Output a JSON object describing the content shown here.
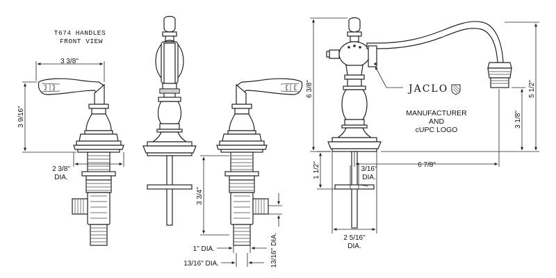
{
  "title": {
    "line1": "T674  HANDLES",
    "line2": "FRONT  VIEW"
  },
  "dimensions": {
    "handle_width": "3 3/8\"",
    "handle_height": "3 9/16\"",
    "handle_base_dia": "2 3/8\"",
    "handle_base_dia_suffix": "DIA.",
    "shank_length": "3 3/4\"",
    "one_inch_dia": "1\" DIA.",
    "thirteen_sixteenths_dia": "13/16\" DIA.",
    "vertical_thirteen_sixteenths": "13/16\" DIA.",
    "spout_height_total": "6 3/8\"",
    "spout_height_outlet": "5 1/2\"",
    "spout_clearance": "3 1/8\"",
    "spout_reach": "6 7/8\"",
    "spout_thread": "3/16\"",
    "spout_thread_suffix": "DIA.",
    "spout_shank": "1 1/2\"",
    "spout_base_dia": "2 5/16\"",
    "spout_base_dia_suffix": "DIA."
  },
  "logo": {
    "brand": "JACLO"
  },
  "note": {
    "line1": "MANUFACTURER",
    "line2": "AND",
    "line3": "cUPC LOGO"
  }
}
